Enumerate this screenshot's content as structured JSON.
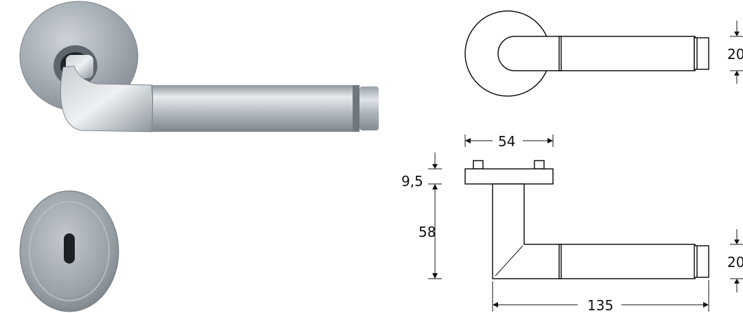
{
  "photos": {
    "handle": "lever-handle-photo",
    "escutcheon": "keyhole-escutcheon-photo"
  },
  "dimensions": {
    "side_height_top": "20",
    "side_height_bottom": "20",
    "rose_depth": "9,5",
    "projection": "58",
    "rose_width": "54",
    "length": "135"
  },
  "colors": {
    "line": "#111111",
    "metal_light": "#e4e8eb",
    "metal_mid": "#a9b0b6",
    "metal_dark": "#6f777e"
  }
}
